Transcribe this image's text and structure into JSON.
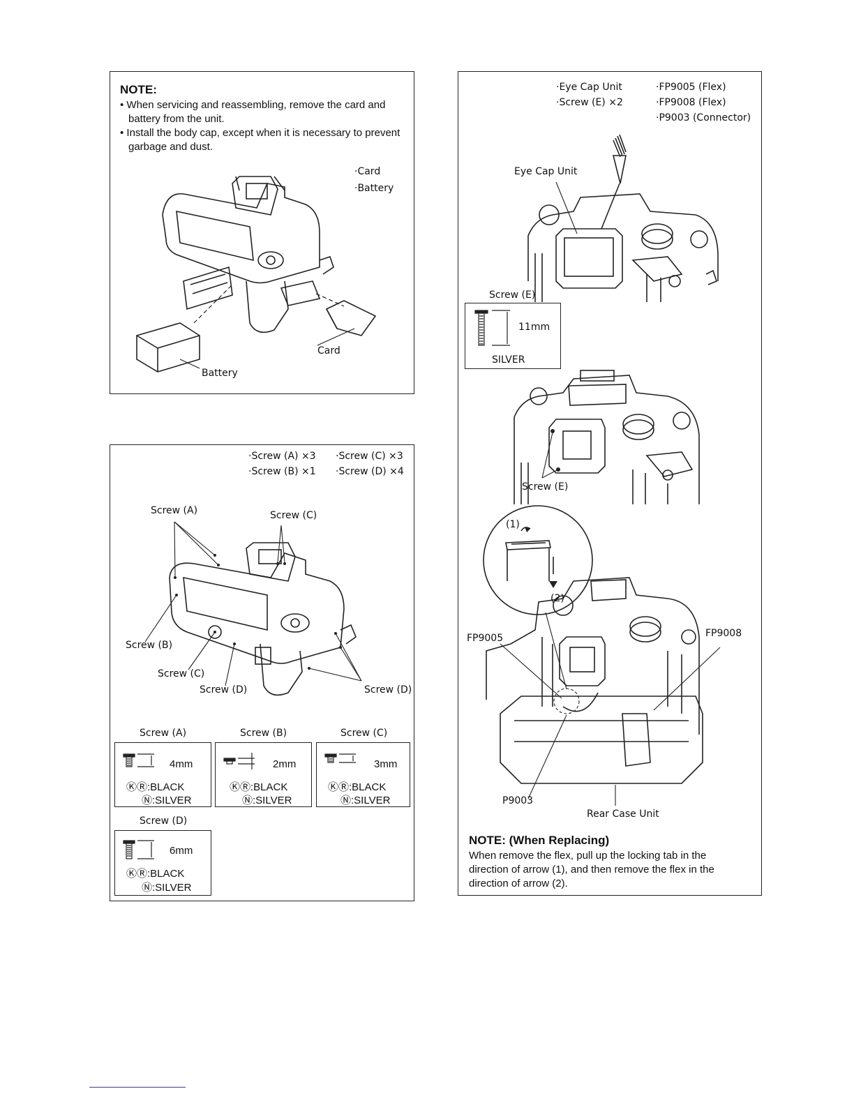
{
  "panel1": {
    "note_title": "NOTE:",
    "bullets": [
      "• When servicing and reassembling, remove the card and battery from the unit.",
      "• Install the body cap, except when it is necessary to prevent garbage and dust."
    ],
    "items": [
      "·Card",
      "·Battery"
    ],
    "labels": {
      "card": "Card",
      "battery": "Battery"
    }
  },
  "panel2": {
    "items": [
      "·Screw (A) ×3",
      "·Screw (C) ×3",
      "·Screw (B) ×1",
      "·Screw (D) ×4"
    ],
    "labels": {
      "screw_a": "Screw (A)",
      "screw_c_top": "Screw (C)",
      "screw_b": "Screw (B)",
      "screw_c_bottom": "Screw (C)",
      "screw_d_mid": "Screw (D)",
      "screw_d_right": "Screw (D)"
    },
    "specs": [
      {
        "title": "Screw (A)",
        "length": "4mm",
        "color1": "ⓀⓇ:BLACK",
        "color2": "Ⓝ:SILVER"
      },
      {
        "title": "Screw (B)",
        "length": "2mm",
        "color1": "ⓀⓇ:BLACK",
        "color2": "Ⓝ:SILVER"
      },
      {
        "title": "Screw (C)",
        "length": "3mm",
        "color1": "ⓀⓇ:BLACK",
        "color2": "Ⓝ:SILVER"
      },
      {
        "title": "Screw (D)",
        "length": "6mm",
        "color1": "ⓀⓇ:BLACK",
        "color2": "Ⓝ:SILVER"
      }
    ]
  },
  "panel3": {
    "items_left": [
      "·Eye Cap Unit",
      "·Screw (E) ×2"
    ],
    "items_right": [
      "·FP9005 (Flex)",
      "·FP9008 (Flex)",
      "·P9003 (Connector)"
    ],
    "labels": {
      "eye_cap_unit": "Eye Cap Unit",
      "screw_e_box_title": "Screw (E)",
      "screw_e_length": "11mm",
      "screw_e_color": "SILVER",
      "screw_e": "Screw (E)",
      "step1": "(1)",
      "step2": "(2)",
      "fp9005": "FP9005",
      "fp9008": "FP9008",
      "p9003": "P9003",
      "rear_case_unit": "Rear Case Unit"
    },
    "note_title": "NOTE: (When Replacing)",
    "note_text": "When remove the flex, pull up the locking tab in the direction of arrow (1), and then remove the flex in the direction of arrow (2)."
  }
}
